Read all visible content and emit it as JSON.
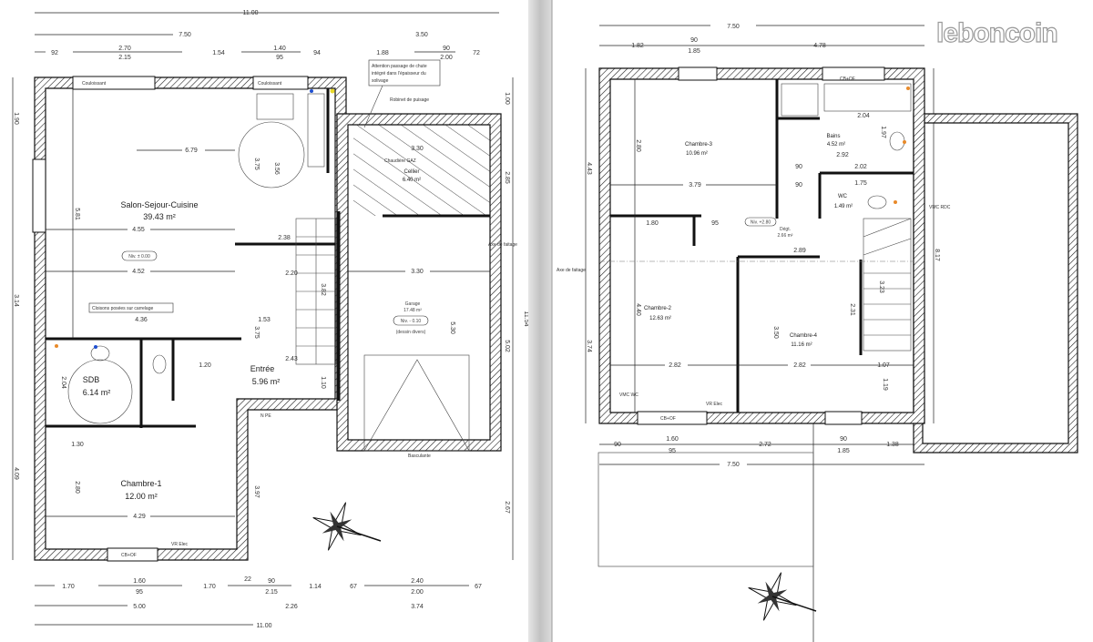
{
  "watermark": "leboncoin",
  "colors": {
    "wall": "#111111",
    "separator": "#c8c8c8",
    "background": "#ffffff",
    "fixtures_blue": "#1f4fd0",
    "fixtures_orange": "#e88a2a"
  },
  "ground_floor": {
    "rooms": [
      {
        "name": "Salon-Sejour-Cuisine",
        "area": "39.43 m²"
      },
      {
        "name": "SDB",
        "area": "6.14 m²"
      },
      {
        "name": "Entrée",
        "area": "5.96 m²"
      },
      {
        "name": "Chambre-1",
        "area": "12.00 m²"
      },
      {
        "name": "Cellier",
        "area": "6.40 m²"
      },
      {
        "name": "Garage",
        "area": "17.48 m²"
      }
    ],
    "levels": [
      "Niv. ± 0.00",
      "Niv. - 0.10",
      "(dessin divers)"
    ],
    "notes": [
      "Attention passage de chute",
      "intégré dans l'épaisseur du",
      "solivage",
      "Robinet de puisage",
      "Cloisons posées sur carrelage",
      "Couloissant",
      "CB+OF",
      "VR Elec",
      "Basculante",
      "N PE",
      "Chaudière GAZ",
      "Couloissant",
      "Axe de faitage"
    ],
    "dims_top": [
      "11.00",
      "7.50",
      "3.50",
      "92",
      "2.70",
      "2.15",
      "1.54",
      "1.40",
      "95",
      "94",
      "1.88",
      "90",
      "2.00",
      "72"
    ],
    "dims_bottom": [
      "1.70",
      "1.60",
      "95",
      "1.70",
      "22",
      "90",
      "2.15",
      "1.14",
      "67",
      "2.40",
      "2.00",
      "67",
      "5.00",
      "2.26",
      "3.74",
      "11.00"
    ],
    "dims_side": [
      "1.90",
      "3.14",
      "4.09",
      "1.00",
      "2.85",
      "11.54",
      "5.02",
      "2.67"
    ],
    "dims_inner": [
      "6.79",
      "4.55",
      "4.52",
      "4.36",
      "3.30",
      "3.30",
      "1.53",
      "2.43",
      "1.20",
      "4.29",
      "1.30",
      "2.80",
      "5.81",
      "5.30",
      "3.75",
      "3.56",
      "3.75",
      "2.38",
      "2.20",
      "3.82",
      "2.04",
      "1.10",
      "3.97"
    ]
  },
  "upper_floor": {
    "rooms": [
      {
        "name": "Chambre-3",
        "area": "10.96 m²"
      },
      {
        "name": "Bains",
        "area": "4.52 m²"
      },
      {
        "name": "WC",
        "area": "1.49 m²"
      },
      {
        "name": "Dégt.",
        "area": "2.66 m²"
      },
      {
        "name": "Chambre-2",
        "area": "12.63 m²"
      },
      {
        "name": "Chambre-4",
        "area": "11.16 m²"
      }
    ],
    "levels": [
      "Niv. +2.80"
    ],
    "notes": [
      "Axe de faitage",
      "CB+OF",
      "CB+OF",
      "VR Elec",
      "VMC WC",
      "VMC RDC"
    ],
    "dims_top": [
      "7.50",
      "1.82",
      "90",
      "1.85",
      "4.78"
    ],
    "dims_bottom": [
      "90",
      "1.60",
      "95",
      "2.72",
      "90",
      "1.85",
      "1.38",
      "7.50"
    ],
    "dims_side": [
      "4.43",
      "3.74",
      "8.17"
    ],
    "dims_inner": [
      "3.79",
      "2.80",
      "1.80",
      "95",
      "2.92",
      "2.02",
      "90",
      "90",
      "1.75",
      "2.04",
      "2.89",
      "4.40",
      "3.50",
      "2.31",
      "2.82",
      "2.82",
      "1.07",
      "1.19",
      "1.97",
      "3.23"
    ]
  }
}
